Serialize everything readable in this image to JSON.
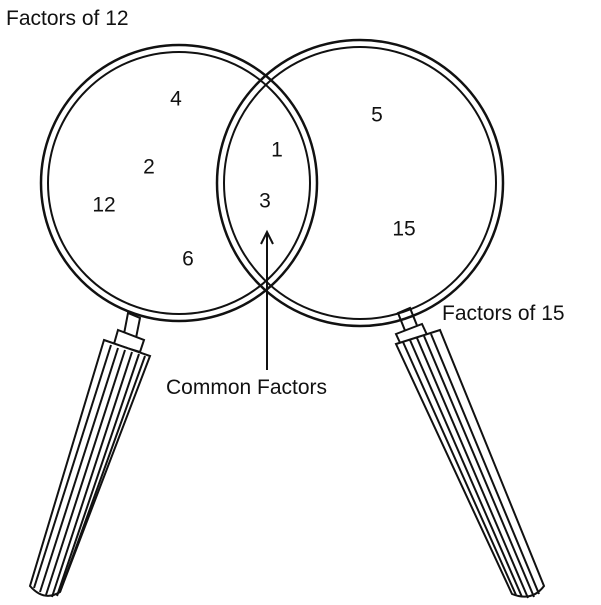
{
  "labels": {
    "left_set": "Factors of 12",
    "right_set": "Factors of 15",
    "intersection": "Common Factors"
  },
  "left_only": [
    "4",
    "2",
    "12",
    "6"
  ],
  "common": [
    "1",
    "3"
  ],
  "right_only": [
    "5",
    "15"
  ]
}
